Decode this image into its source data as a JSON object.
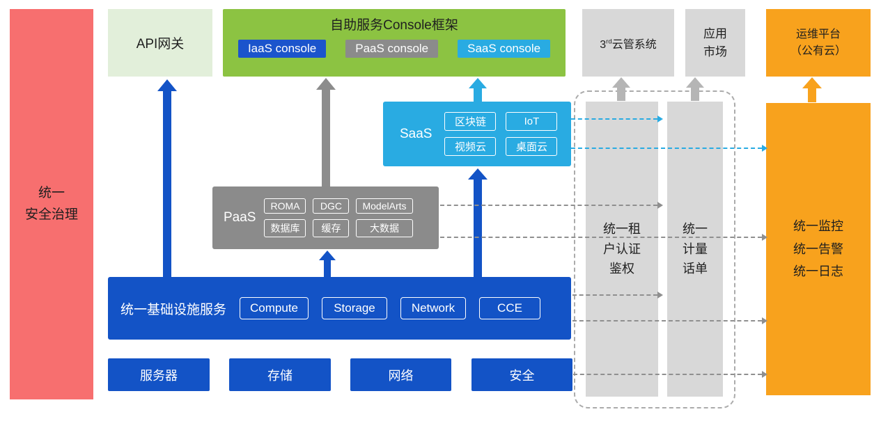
{
  "colors": {
    "red": "#F76F6F",
    "light_green": "#E2EFDA",
    "green": "#8CC342",
    "blue": "#1353C6",
    "gray": "#8B8B8B",
    "light_gray": "#D8D8D8",
    "cyan": "#29ABE2",
    "orange": "#F8A21D"
  },
  "security_bar": {
    "label": "统一\n安全治理"
  },
  "api_gateway": {
    "label": "API网关"
  },
  "console_frame": {
    "title": "自助服务Console框架",
    "items": [
      "IaaS console",
      "PaaS console",
      "SaaS console"
    ]
  },
  "third_cloud": {
    "prefix": "3",
    "sup": "rd",
    "suffix": "云管系统"
  },
  "app_market": {
    "label": "应用\n市场"
  },
  "ops_platform": {
    "label": "运维平台\n（公有云）"
  },
  "saas": {
    "label": "SaaS",
    "items": [
      "区块链",
      "IoT",
      "视频云",
      "桌面云"
    ]
  },
  "paas": {
    "label": "PaaS",
    "items": [
      "ROMA",
      "DGC",
      "ModelArts",
      "数据库",
      "缓存",
      "大数据"
    ]
  },
  "infrastructure": {
    "label": "统一基础设施服务",
    "items": [
      "Compute",
      "Storage",
      "Network",
      "CCE"
    ]
  },
  "hardware": {
    "items": [
      "服务器",
      "存储",
      "网络",
      "安全"
    ]
  },
  "auth_bar": {
    "label": "统一租\n户认证\n鉴权"
  },
  "billing_bar": {
    "label": "统一\n计量\n话单"
  },
  "monitoring_bar": {
    "label": "统一监控\n统一告警\n统一日志"
  }
}
